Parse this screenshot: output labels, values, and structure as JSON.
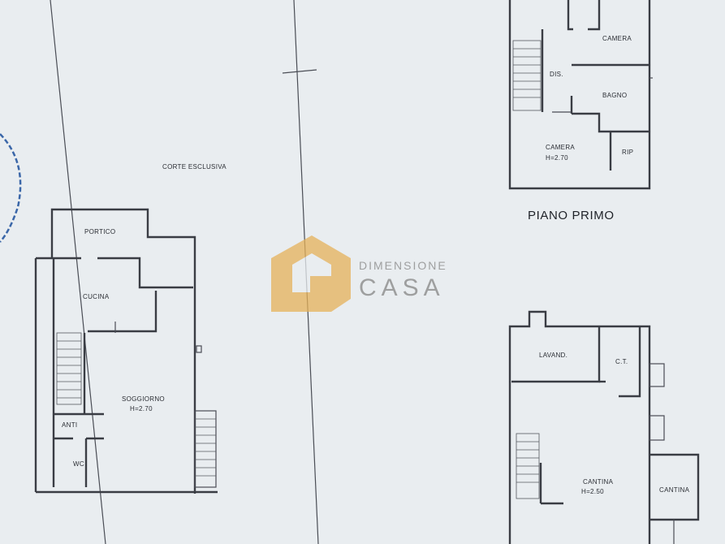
{
  "ground_floor": {
    "corte_label": "CORTE ESCLUSIVA",
    "portico_label": "PORTICO",
    "cucina_label": "CUCINA",
    "soggiorno_label": "SOGGIORNO",
    "soggiorno_height": "H=2.70",
    "anti_label": "ANTI",
    "wc_label": "WC"
  },
  "first_floor": {
    "title": "PIANO PRIMO",
    "camera_top_label": "CAMERA",
    "dis_label": "DIS.",
    "bagno_label": "BAGNO",
    "camera_label": "CAMERA",
    "camera_height": "H=2.70",
    "rip_label": "RIP"
  },
  "basement": {
    "lavand_label": "LAVAND.",
    "ct_label": "C.T.",
    "cantina_label": "CANTINA",
    "cantina_height": "H=2.50",
    "cantina_side_label": "CANTINA"
  },
  "watermark": {
    "line1": "DIMENSIONE",
    "line2": "CASA",
    "logo_color": "#e6b25a"
  }
}
